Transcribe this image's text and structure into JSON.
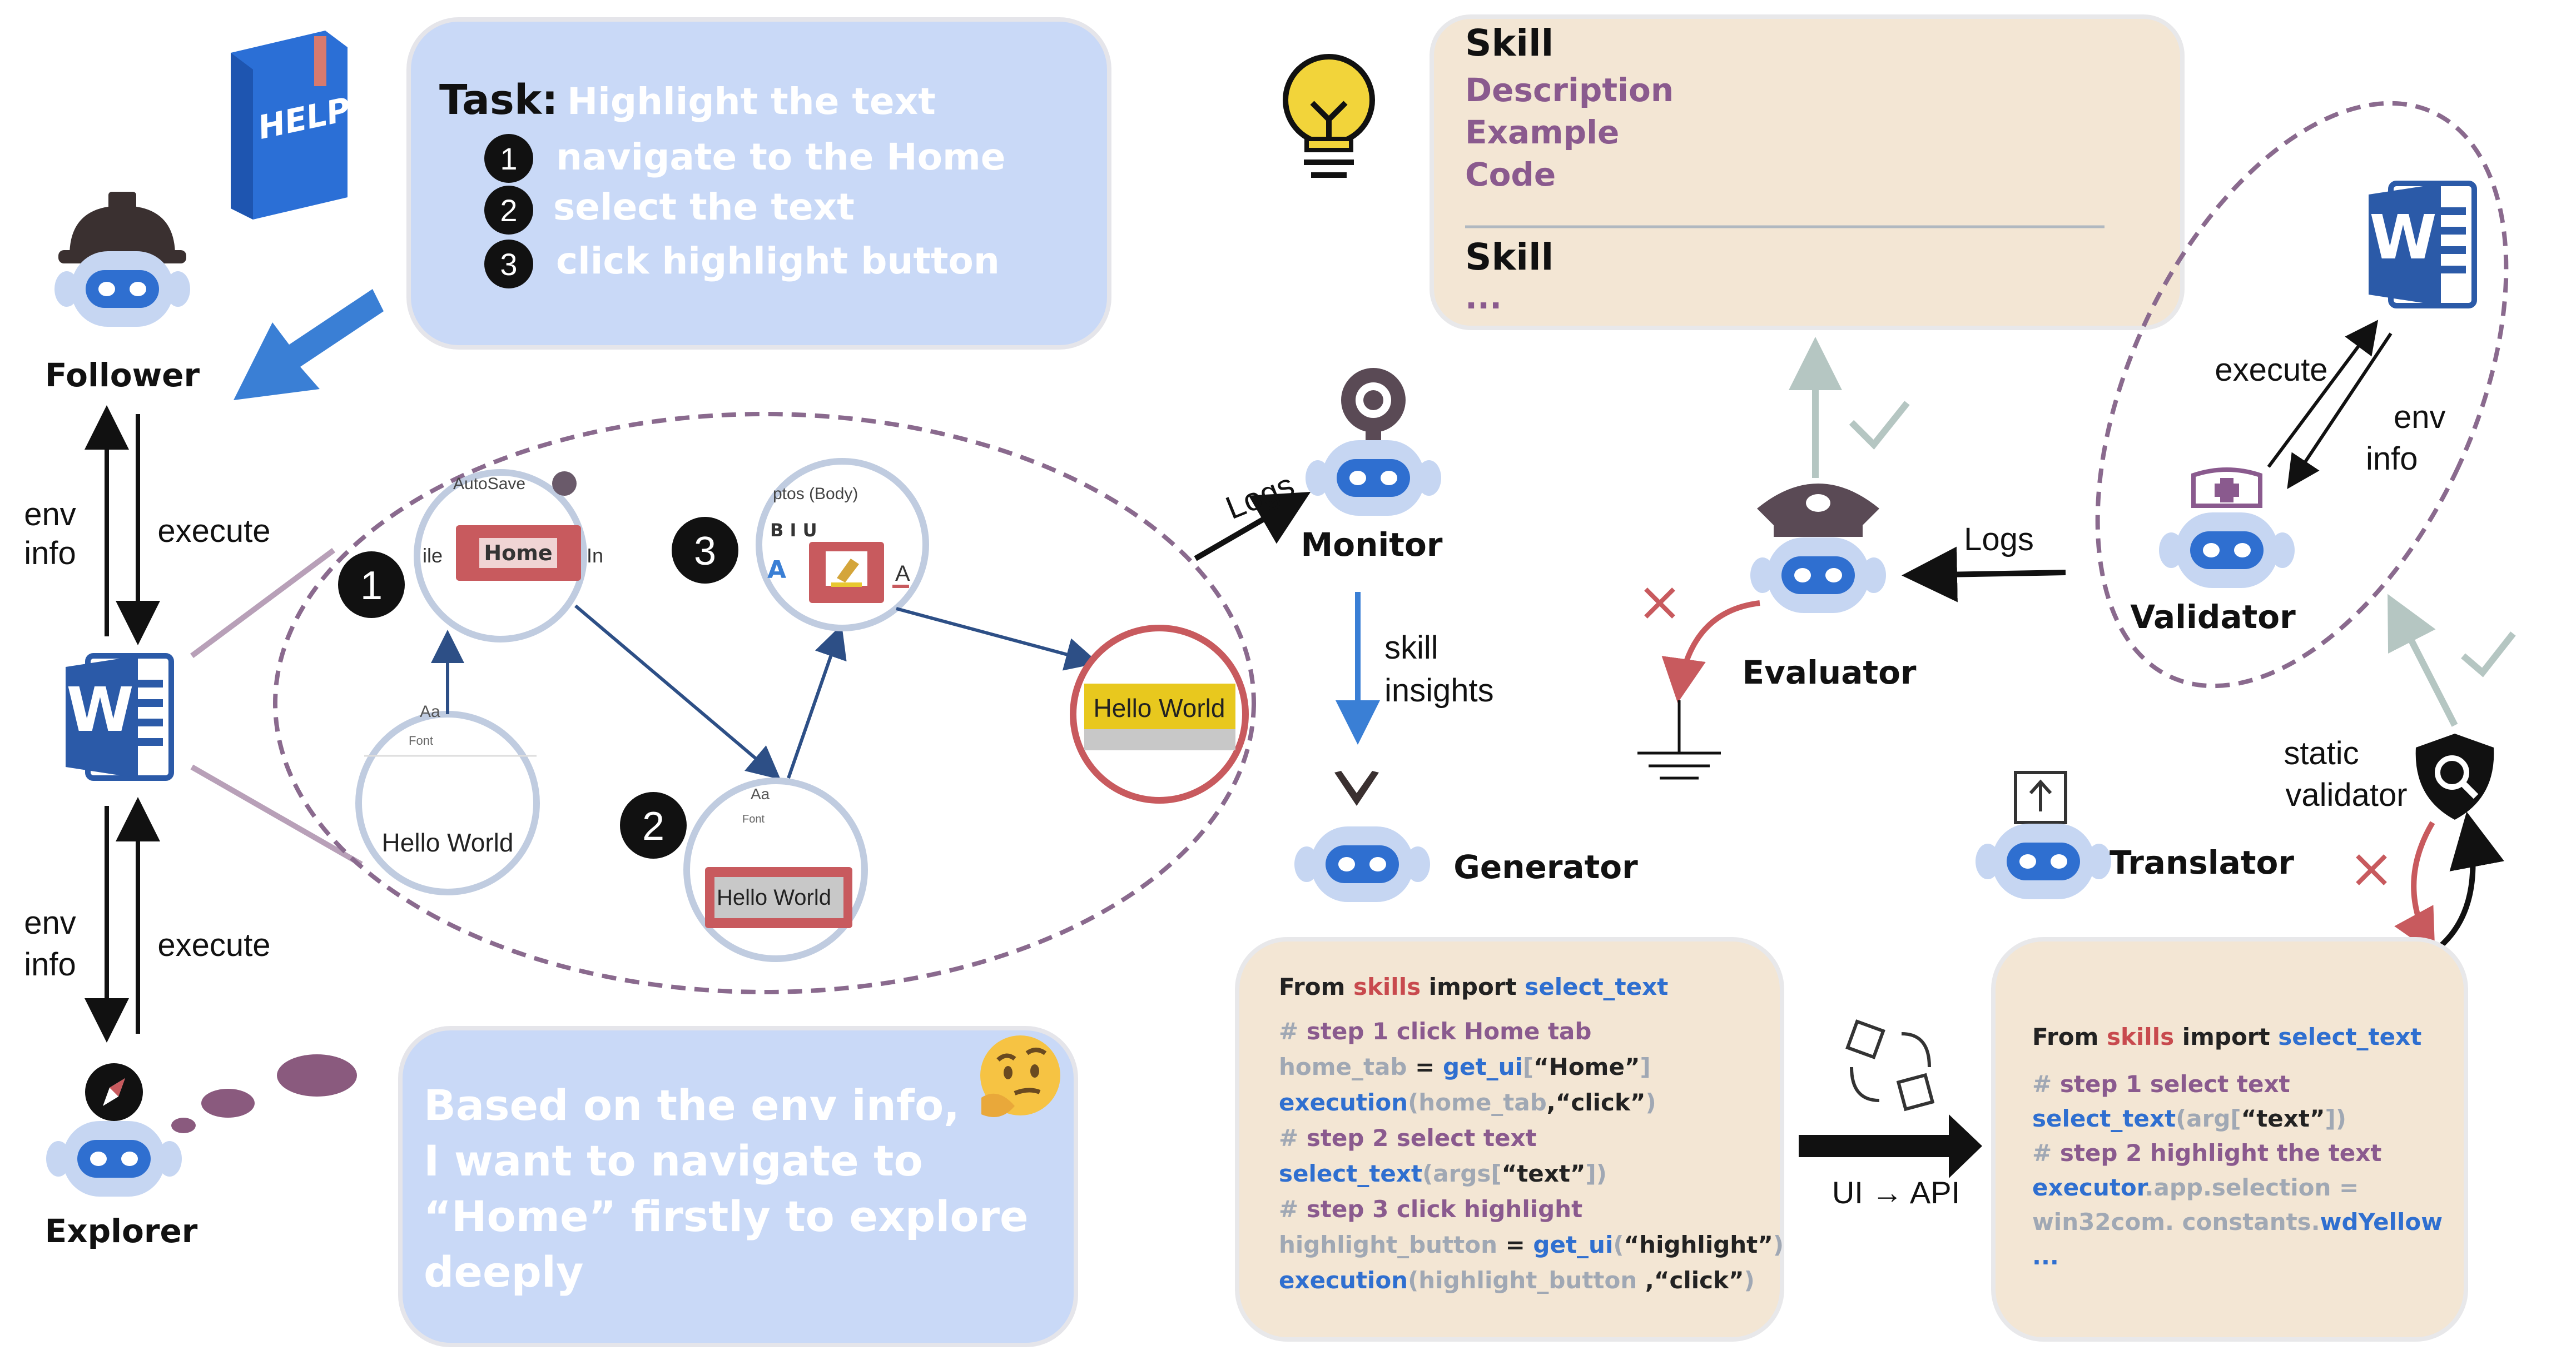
{
  "task": {
    "label": "Task:",
    "title": "Highlight the text",
    "steps": [
      {
        "num": "1",
        "text": "navigate to the Home"
      },
      {
        "num": "2",
        "text": "select the text"
      },
      {
        "num": "3",
        "text": "click highlight button"
      }
    ]
  },
  "help_book": {
    "label": "HELP"
  },
  "agents": {
    "follower": "Follower",
    "explorer": "Explorer",
    "monitor": "Monitor",
    "generator": "Generator",
    "evaluator": "Evaluator",
    "validator": "Validator",
    "translator": "Translator"
  },
  "edges": {
    "env_info_top": [
      "env",
      "info"
    ],
    "execute_top": "execute",
    "env_info_bottom": [
      "env",
      "info"
    ],
    "execute_bottom": "execute",
    "logs_monitor": "Logs",
    "skill_insights": [
      "skill",
      "insights"
    ],
    "logs_evaluator": "Logs",
    "validator_execute": "execute",
    "validator_env_info": [
      "env",
      "info"
    ],
    "static_validator": [
      "static",
      "validator"
    ],
    "ui_api": "UI → API"
  },
  "word_zoom": {
    "step1": "1",
    "step2": "2",
    "step3": "3",
    "autosave": "AutoSave",
    "file_partial": "ile",
    "home_tab": "Home",
    "insert_partial": "In",
    "font_small": "Font",
    "aa": "Aa",
    "hello_world": "Hello World",
    "aptos": "ptos (Body)",
    "font_tools": "B  I  U",
    "result_text": "Hello World"
  },
  "explorer_thought": [
    "Based on the env info,",
    "I want to navigate to",
    "“Home” firstly to explore",
    "deeply"
  ],
  "skill_card": {
    "skill1": "Skill",
    "fields": [
      "Description",
      "Example",
      "Code"
    ],
    "skill2": "Skill",
    "ellipsis": "..."
  },
  "code_generator": {
    "import_line": [
      {
        "t": "From ",
        "c": "dark"
      },
      {
        "t": "skills",
        "c": "red"
      },
      {
        "t": " import ",
        "c": "dark"
      },
      {
        "t": "select_text",
        "c": "blue"
      }
    ],
    "lines": [
      [
        {
          "t": "# ",
          "c": "gray"
        },
        {
          "t": "step 1  click Home tab",
          "c": "comment"
        }
      ],
      [
        {
          "t": "home_tab",
          "c": "gray"
        },
        {
          "t": " = ",
          "c": "dark"
        },
        {
          "t": "get_ui",
          "c": "blue"
        },
        {
          "t": "[",
          "c": "gray"
        },
        {
          "t": "“Home”",
          "c": "dark"
        },
        {
          "t": "]",
          "c": "gray"
        }
      ],
      [
        {
          "t": "execution",
          "c": "blue"
        },
        {
          "t": "(",
          "c": "gray"
        },
        {
          "t": "home_tab",
          "c": "gray"
        },
        {
          "t": ",“click”",
          "c": "dark"
        },
        {
          "t": ")",
          "c": "gray"
        }
      ],
      [
        {
          "t": "# ",
          "c": "gray"
        },
        {
          "t": "step 2  select text",
          "c": "comment"
        }
      ],
      [
        {
          "t": "select_text",
          "c": "blue"
        },
        {
          "t": "(args[",
          "c": "gray"
        },
        {
          "t": "“text”",
          "c": "dark"
        },
        {
          "t": "])",
          "c": "gray"
        }
      ],
      [
        {
          "t": "# ",
          "c": "gray"
        },
        {
          "t": "step 3  click highlight",
          "c": "comment"
        }
      ],
      [
        {
          "t": "highlight_button",
          "c": "gray"
        },
        {
          "t": " = ",
          "c": "dark"
        },
        {
          "t": "get_ui",
          "c": "blue"
        },
        {
          "t": "(",
          "c": "gray"
        },
        {
          "t": "“highlight”",
          "c": "dark"
        },
        {
          "t": ")",
          "c": "gray"
        }
      ],
      [
        {
          "t": "execution",
          "c": "blue"
        },
        {
          "t": "(",
          "c": "gray"
        },
        {
          "t": "highlight_button ",
          "c": "gray"
        },
        {
          "t": ",“click”",
          "c": "dark"
        },
        {
          "t": ")",
          "c": "gray"
        }
      ]
    ]
  },
  "code_translator": {
    "import_line": [
      {
        "t": "From ",
        "c": "dark"
      },
      {
        "t": "skills",
        "c": "red"
      },
      {
        "t": " import ",
        "c": "dark"
      },
      {
        "t": "select_text",
        "c": "blue"
      }
    ],
    "lines": [
      [
        {
          "t": "# ",
          "c": "gray"
        },
        {
          "t": "step 1  select text",
          "c": "comment"
        }
      ],
      [
        {
          "t": "select_text",
          "c": "blue"
        },
        {
          "t": "(arg[",
          "c": "gray"
        },
        {
          "t": "“text”",
          "c": "dark"
        },
        {
          "t": "])",
          "c": "gray"
        }
      ],
      [
        {
          "t": "# ",
          "c": "gray"
        },
        {
          "t": "step 2  highlight the text",
          "c": "comment"
        }
      ],
      [
        {
          "t": "executor",
          "c": "blue"
        },
        {
          "t": ".app.selection =",
          "c": "gray"
        }
      ],
      [
        {
          "t": "win32com. constants.",
          "c": "gray"
        },
        {
          "t": "wdYellow",
          "c": "blue"
        }
      ],
      [
        {
          "t": "...",
          "c": "blue"
        }
      ]
    ]
  },
  "colors": {
    "task_box": "#c9d9f7",
    "skill_box": "#f3e6d4",
    "code_box": "#f3e6d4",
    "robot_face": "#c6d6f2",
    "robot_eyes": "#2f6fd0",
    "accent_blue": "#3a7fd5",
    "accent_purple": "#8a5a8e",
    "accent_red": "#c85a5e",
    "word_blue": "#2b5aa8",
    "dashed": "#8a6a8e"
  },
  "icons": [
    "help-book-icon",
    "lightbulb-icon",
    "word-icon",
    "compass-icon",
    "webcam-icon",
    "police-hat-icon",
    "nurse-cap-icon",
    "shield-search-icon",
    "translate-upload-icon",
    "blocks-exchange-icon",
    "ground-icon",
    "check-icon",
    "cross-icon",
    "thinking-emoji-icon"
  ]
}
